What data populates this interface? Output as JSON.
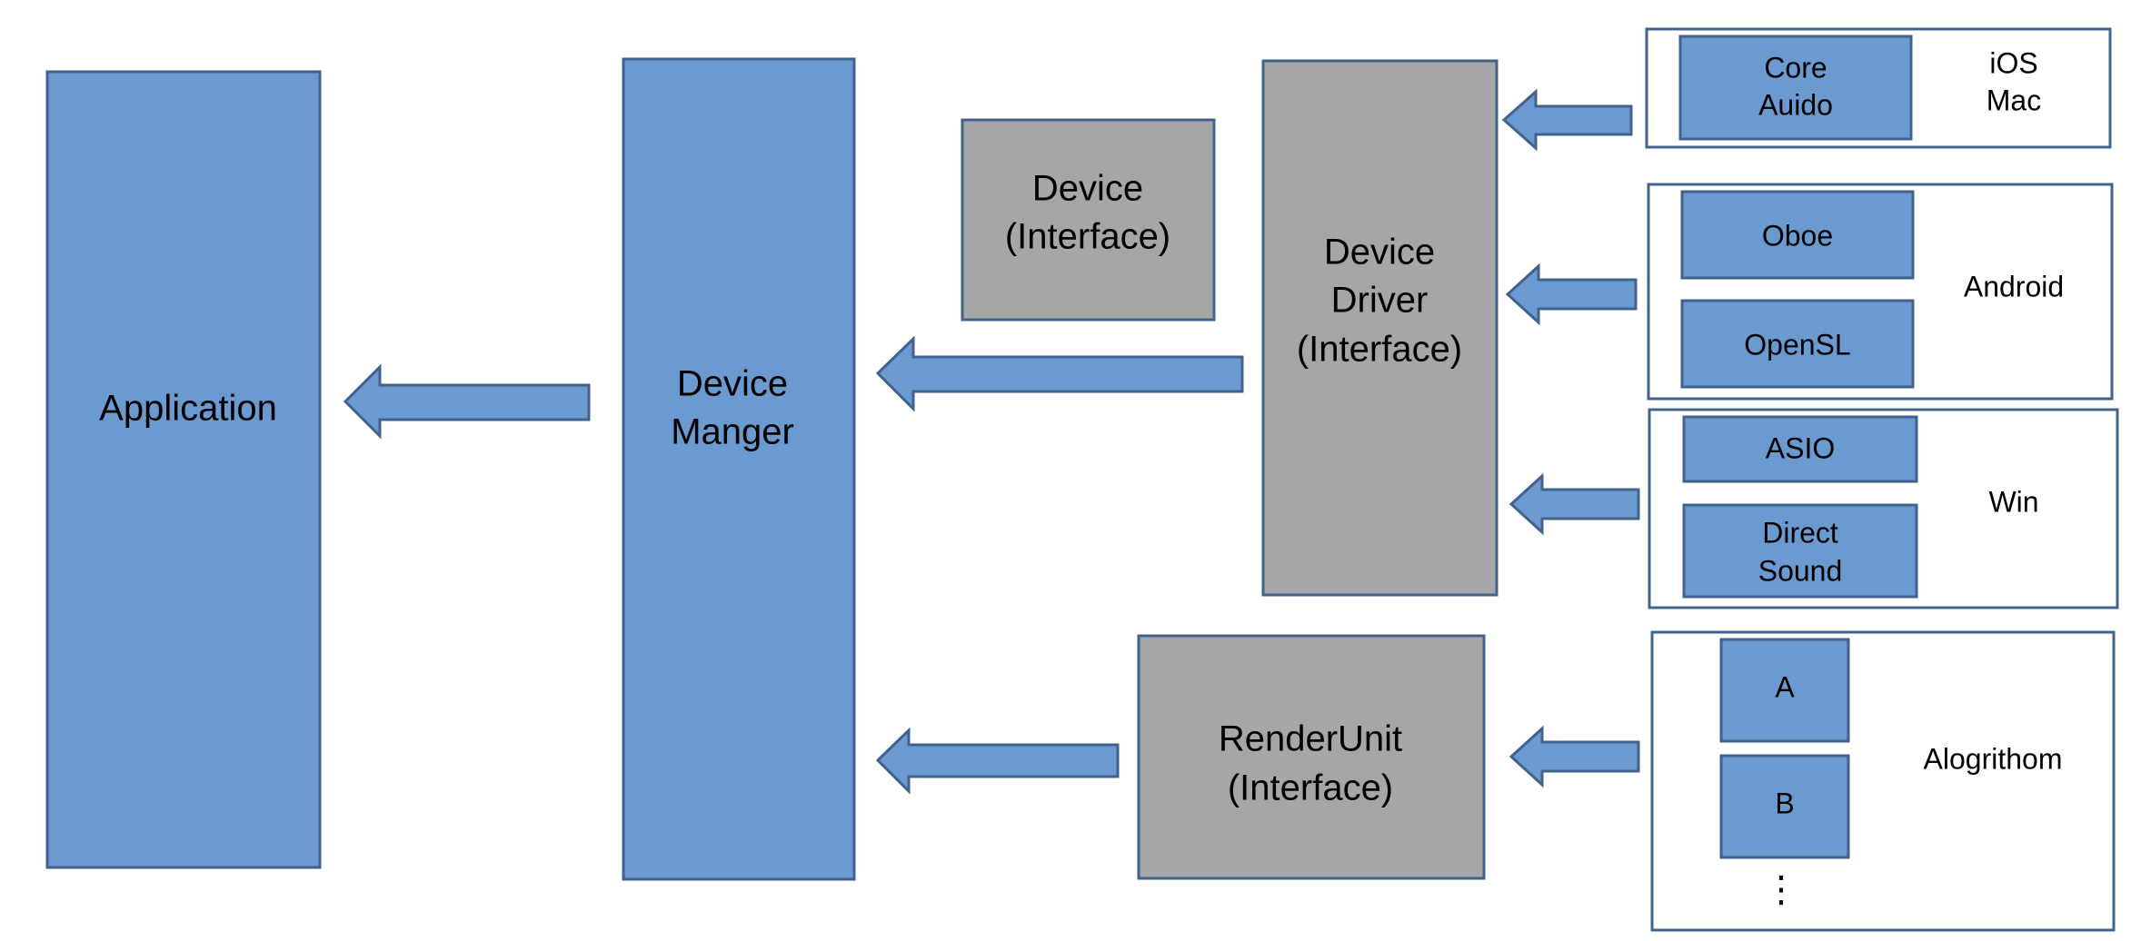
{
  "colors": {
    "block_fill": "#6a9ad0",
    "interface_fill": "#a6a6a6",
    "outline": "#41618e",
    "background": "#ffffff"
  },
  "application": {
    "label": "Application"
  },
  "device_manager": {
    "line1": "Device",
    "line2": "Manger"
  },
  "device_interface": {
    "line1": "Device",
    "line2": "(Interface)"
  },
  "device_driver": {
    "line1": "Device",
    "line2": "Driver",
    "line3": "(Interface)"
  },
  "render_unit": {
    "line1": "RenderUnit",
    "line2": "(Interface)"
  },
  "platforms": {
    "ios_mac": {
      "label_line1": "iOS",
      "label_line2": "Mac",
      "items": [
        {
          "line1": "Core",
          "line2": "Auido"
        }
      ]
    },
    "android": {
      "label": "Android",
      "items": [
        {
          "label": "Oboe"
        },
        {
          "label": "OpenSL"
        }
      ]
    },
    "win": {
      "label": "Win",
      "items": [
        {
          "label": "ASIO"
        },
        {
          "line1": "Direct",
          "line2": "Sound"
        }
      ]
    }
  },
  "algorithm": {
    "label": "Alogrithom",
    "items": [
      {
        "label": "A"
      },
      {
        "label": "B"
      }
    ],
    "more": "⋮"
  }
}
